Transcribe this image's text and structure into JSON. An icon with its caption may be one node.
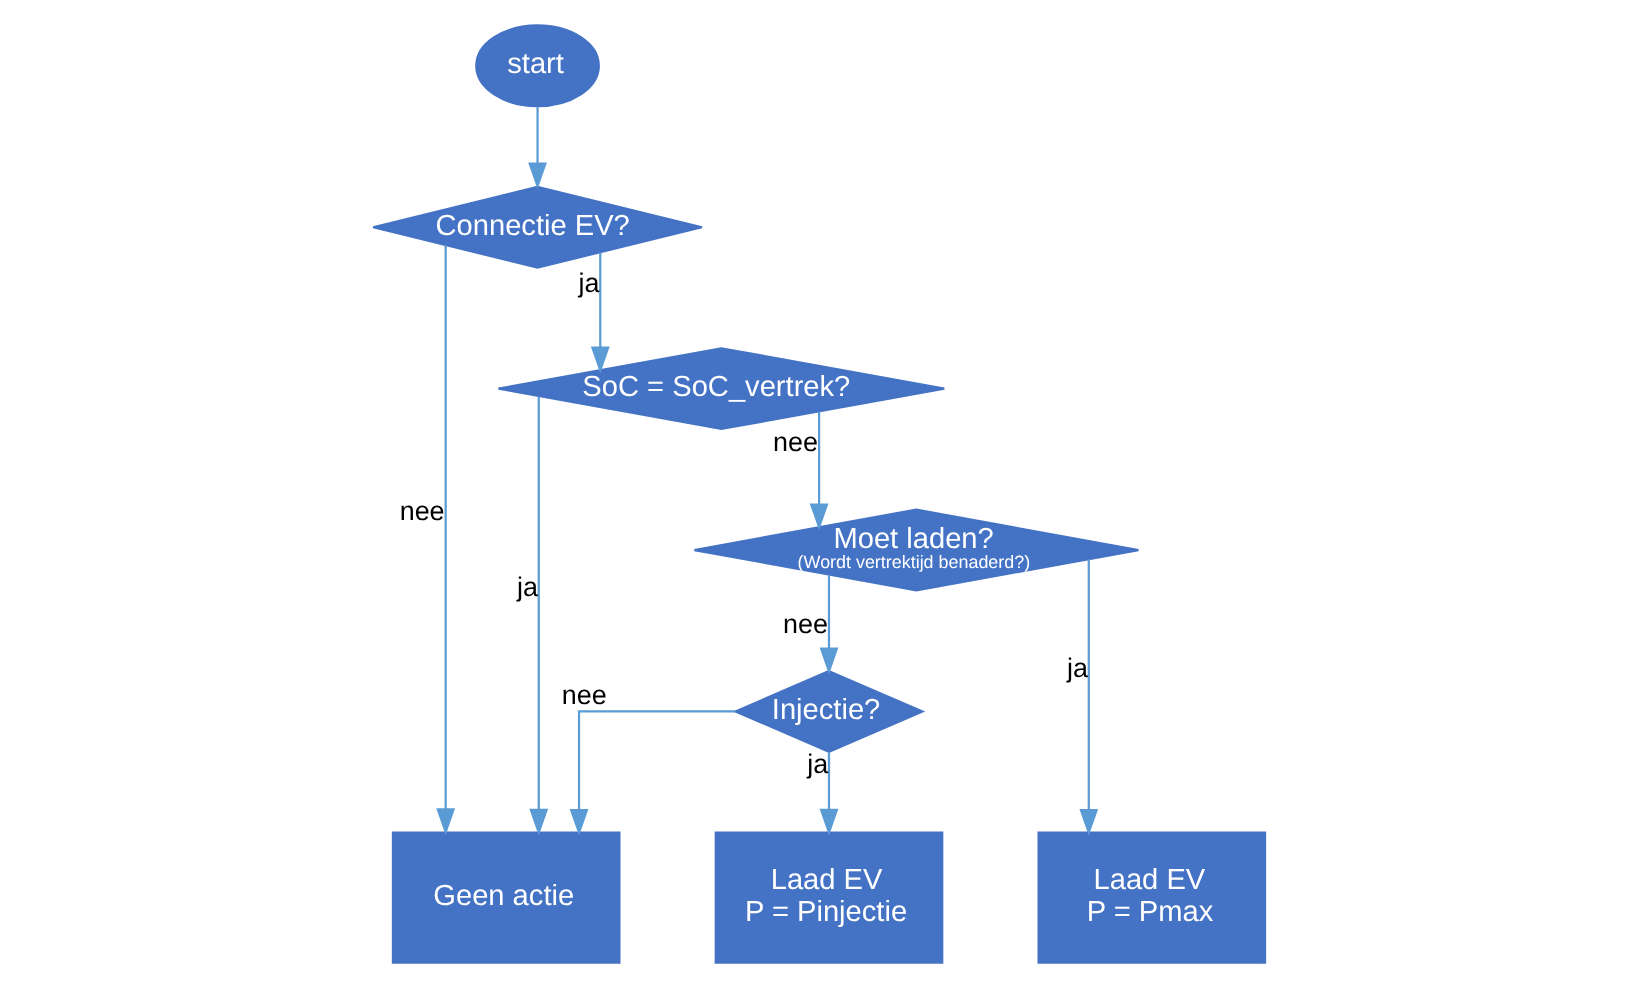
{
  "diagram": {
    "nodes": [
      {
        "text": [
          "start"
        ]
      },
      {
        "text": [
          "Connectie EV?"
        ]
      },
      {
        "text": [
          "SoC = SoC_vertrek?"
        ]
      },
      {
        "text": [
          "Moet laden?",
          "(Wordt vertrektijd benaderd?)"
        ]
      },
      {
        "text": [
          "Injectie?"
        ]
      },
      {
        "text": [
          "Laad EV",
          "P = Pmax"
        ]
      },
      {
        "text": [
          "Laad EV",
          "P = Pinjectie"
        ]
      },
      {
        "text": [
          "Geen actie"
        ]
      }
    ],
    "edges": [
      {
        "from": 0,
        "to": 1,
        "arrow": "to"
      },
      {
        "from": 1,
        "to": 2,
        "arrow": "to",
        "label": "ja"
      },
      {
        "from": 1,
        "to": 7,
        "arrow": "to",
        "label": "nee"
      },
      {
        "from": 2,
        "to": 3,
        "arrow": "to",
        "label": "nee"
      },
      {
        "from": 2,
        "to": 7,
        "arrow": "to",
        "label": "ja"
      },
      {
        "from": 3,
        "to": 5,
        "arrow": "to",
        "label": "ja"
      },
      {
        "from": 3,
        "to": 4,
        "arrow": "to",
        "label": "nee"
      },
      {
        "from": 4,
        "to": 6,
        "arrow": "to",
        "label": "ja"
      },
      {
        "from": 4,
        "to": 7,
        "arrow": "to",
        "label": "nee"
      }
    ]
  }
}
